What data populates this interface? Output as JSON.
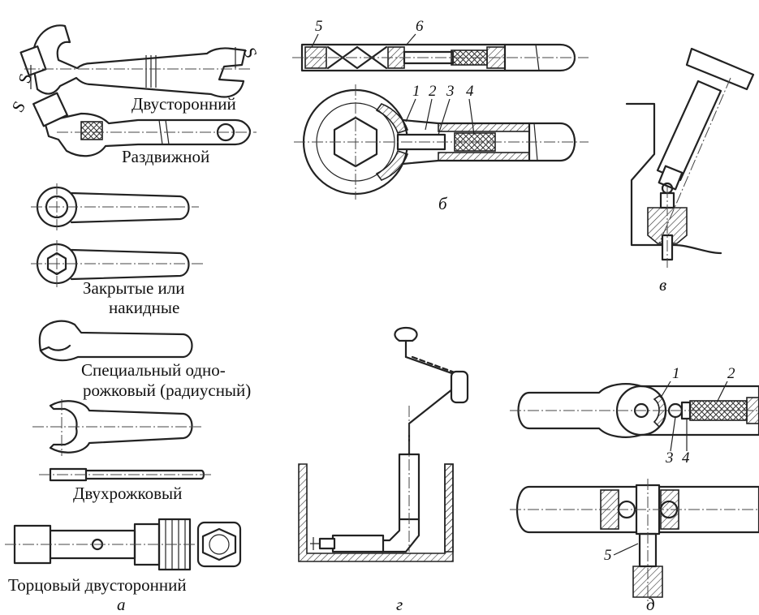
{
  "labels": {
    "double_sided": "Двусторонний",
    "adjustable": "Раздвижной",
    "closed_line1": "Закрытые или",
    "closed_line2": "накидные",
    "special_line1": "Специальный одно-",
    "special_line2": "рожковый (радиусный)",
    "two_horn": "Двухрожковый",
    "socket_double": "Торцовый двусторонний",
    "size_mark": "S"
  },
  "part_letters": {
    "a": "а",
    "b": "б",
    "v": "в",
    "g": "г",
    "d": "д"
  },
  "callouts_b": [
    "5",
    "6",
    "1",
    "2",
    "3",
    "4"
  ],
  "callouts_d": [
    "1",
    "2",
    "3",
    "4",
    "5"
  ]
}
